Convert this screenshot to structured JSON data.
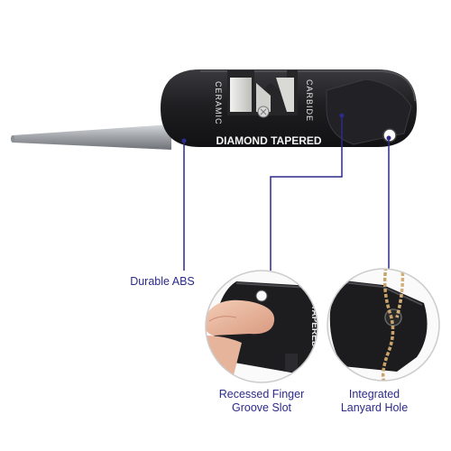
{
  "product": {
    "title_text": "DIAMOND TAPERED",
    "slot_left_text": "CERAMIC",
    "slot_right_text": "CARBIDE",
    "inset_text": "TAPERED"
  },
  "callouts": {
    "abs": "Durable ABS",
    "finger_line1": "Recessed Finger",
    "finger_line2": "Groove Slot",
    "lanyard_line1": "Integrated",
    "lanyard_line2": "Lanyard Hole"
  },
  "colors": {
    "callout_line": "#2c2a8a",
    "body": "#1c1c1f",
    "rod": "#a9adb2",
    "cord": "#c8a36a"
  }
}
